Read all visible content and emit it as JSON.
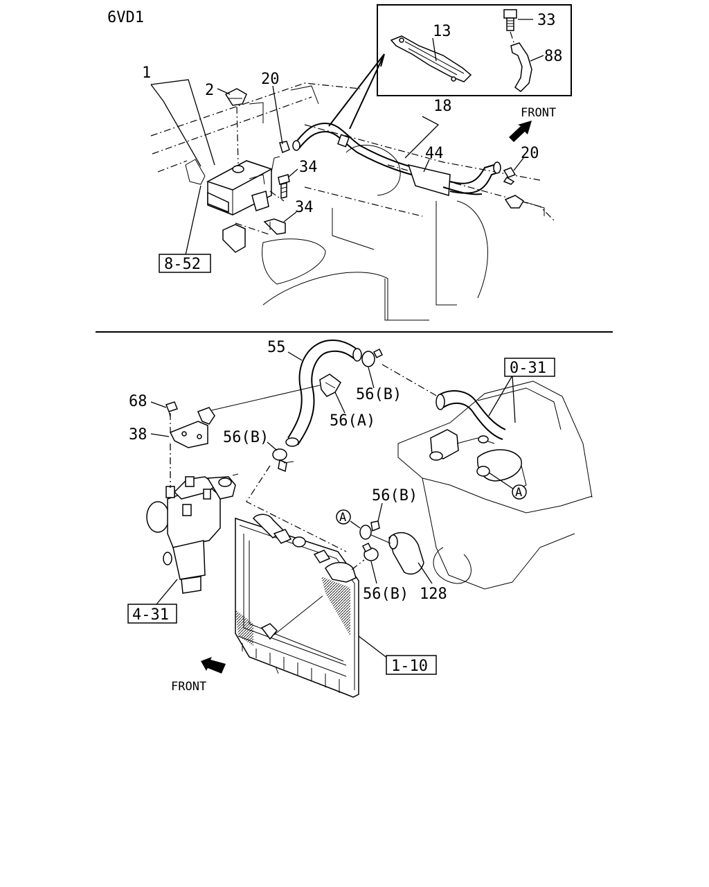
{
  "model_code": "6VD1",
  "front_label": "FRONT",
  "top_section": {
    "callouts": {
      "c1": "1",
      "c2": "2",
      "c20a": "20",
      "c20b": "20",
      "c13": "13",
      "c33": "33",
      "c88": "88",
      "c18": "18",
      "c44": "44",
      "c34a": "34",
      "c34b": "34"
    },
    "ref_boxes": {
      "r852": "8-52"
    }
  },
  "bottom_section": {
    "callouts": {
      "c55": "55",
      "c56b_1": "56(B)",
      "c56a": "56(A)",
      "c68": "68",
      "c38": "38",
      "c56b_2": "56(B)",
      "c56b_3": "56(B)",
      "c56b_4": "56(B)",
      "c128": "128",
      "circA_1": "A",
      "circA_2": "A"
    },
    "ref_boxes": {
      "r031": "0-31",
      "r431": "4-31",
      "r110": "1-10"
    }
  }
}
